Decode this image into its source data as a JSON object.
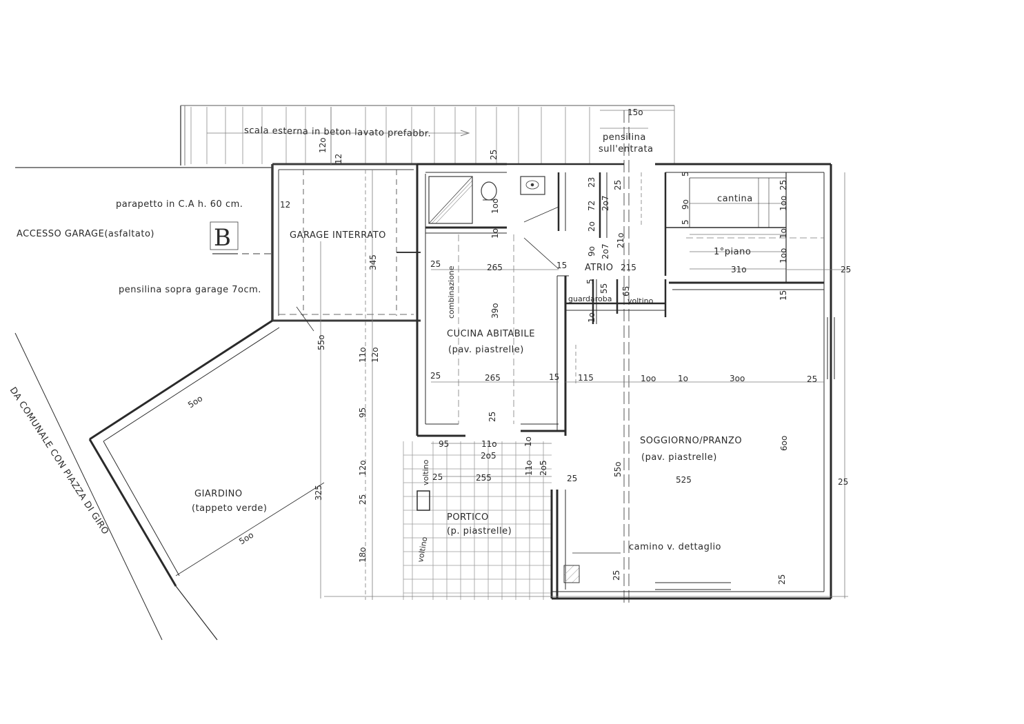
{
  "rooms": {
    "garage": "GARAGE INTERRATO",
    "kitchen": "CUCINA ABITABILE",
    "kitchen_floor": "(pav. piastrelle)",
    "atrium": "ATRIO",
    "cellar": "cantina",
    "first_floor": "1°piano",
    "living": "SOGGIORNO/PRANZO",
    "living_floor": "(pav. piastrelle)",
    "porch": "PORTICO",
    "porch_floor": "(p. piastrelle)",
    "garden": "GIARDINO",
    "garden_floor": "(tappeto verde)",
    "wardrobe": "guardaroba",
    "vault": "voltino",
    "combination": "combinazione",
    "vault_left_1": "voltino",
    "vault_left_2": "voltino"
  },
  "notes": {
    "stair": "scala esterna in beton lavato prefabbr.",
    "canopy_entry_1": "pensilina",
    "canopy_entry_2": "sull'entrata",
    "parapet": "parapetto in C.A  h. 60 cm.",
    "garage_access": "ACCESSO  GARAGE(asfaltato)",
    "canopy_garage": "pensilina sopra garage 7ocm.",
    "road": "DA COMUNALE CON PIAZZA DI GIRO",
    "fireplace": "camino v. dettaglio",
    "section_mark": "B"
  },
  "dimensions": {
    "d150": "15o",
    "d120a": "12o",
    "d12a": "12",
    "d25a": "25",
    "d12b": "12",
    "d100a": "1oo",
    "d10a": "1o",
    "d23": "23",
    "d72": "72",
    "d207a": "2o7",
    "d20": "2o",
    "d90a": "9o",
    "d207b": "2o7",
    "d210": "21o",
    "d25b": "25",
    "d5a": "5",
    "d90b": "9o",
    "d5b": "5",
    "d25c": "25",
    "d100b": "1oo",
    "d10b": "1o",
    "d100c": "1oo",
    "d310": "31o",
    "d25d": "25",
    "d15a": "15",
    "d345": "345",
    "d25e": "25",
    "d265a": "265",
    "d15b": "15",
    "d215": "215",
    "d390": "39o",
    "d5c": "5",
    "d55a": "55",
    "d65": "65",
    "d10c": "1o",
    "d550a": "55o",
    "d110a": "11o",
    "d120b": "12o",
    "d500a": "5oo",
    "d25f": "25",
    "d265b": "265",
    "d15c": "15",
    "d115": "115",
    "d100d": "1oo",
    "d10d": "1o",
    "d300": "3oo",
    "d25g": "25",
    "d95a": "95",
    "d25h": "25",
    "d95b": "95",
    "d110b": "11o",
    "d10e": "1o",
    "d205a": "2o5",
    "d120c": "12o",
    "d25i": "25",
    "d255": "255",
    "d110c": "11o",
    "d205b": "2o5",
    "d25j": "25",
    "d550b": "55o",
    "d525": "525",
    "d600": "6oo",
    "d25k": "25",
    "d325": "325",
    "d25l": "25",
    "d500b": "5oo",
    "d180": "18o",
    "d25m": "25",
    "d25n": "25"
  }
}
